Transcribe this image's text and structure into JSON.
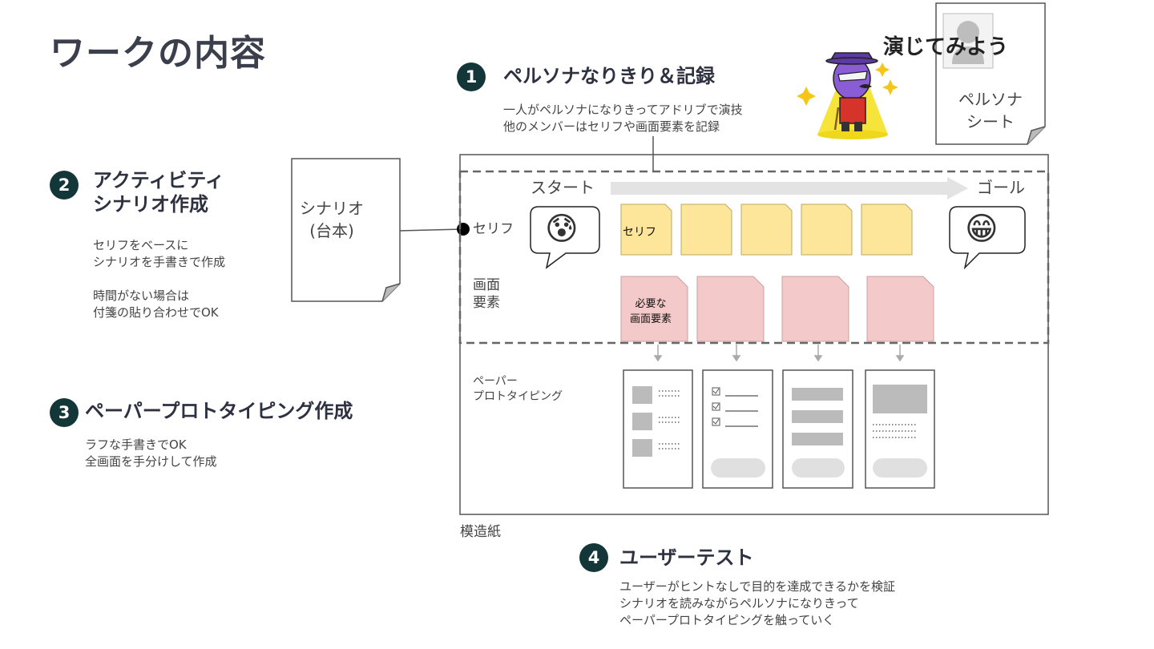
{
  "page_title": "ワークの内容",
  "steps": [
    {
      "num": "1",
      "title": "ペルソナなりきり＆記録",
      "desc": "一人がペルソナになりきってアドリブで演技\n他のメンバーはセリフや画面要素を記録"
    },
    {
      "num": "2",
      "title": "アクティビティ\nシナリオ作成",
      "desc": "セリフをベースに\nシナリオを手書きで作成\n\n時間がない場合は\n付箋の貼り合わせでOK"
    },
    {
      "num": "3",
      "title": "ペーパープロトタイピング作成",
      "desc": "ラフな手書きでOK\n全画面を手分けして作成"
    },
    {
      "num": "4",
      "title": "ユーザーテスト",
      "desc": "ユーザーがヒントなしで目的を達成できるかを検証\nシナリオを読みながらペルソナになりきって\nペーパープロトタイピングを触っていく"
    }
  ],
  "scenario_doc": "シナリオ\n(台本)",
  "persona_sheet": "ペルソナ\nシート",
  "actor_caption": "演じてみよう",
  "board": {
    "start": "スタート",
    "goal": "ゴール",
    "serif_label": "セリフ",
    "serif_card": "セリフ",
    "screen_label": "画面\n要素",
    "screen_card": "必要な\n画面要素",
    "paper_label": "ペーパー\nプロトタイピング",
    "paper_name": "模造紙"
  },
  "emoji": {
    "start": "😰",
    "goal": "😁"
  },
  "colors": {
    "accent": "#133638",
    "sticky_yellow": "#fde59a",
    "sticky_pink": "#f4c9c9"
  }
}
